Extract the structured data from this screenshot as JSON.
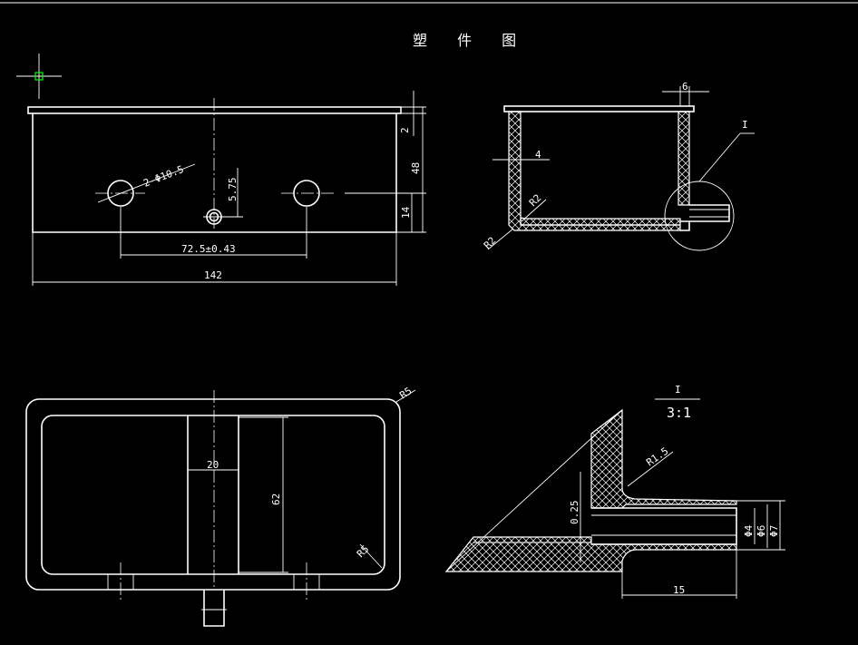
{
  "title": "塑 件 图",
  "colors": {
    "background": "#000000",
    "lines": "#ffffff",
    "cursor": "#00ff00"
  },
  "front_view": {
    "hole_label": "2-Φ10.5",
    "dim_hole_spacing": "72.5±0.43",
    "dim_width": "142",
    "dim_small": "5.75",
    "dim_rim": "2",
    "dim_height": "48",
    "dim_low": "14"
  },
  "section_view": {
    "dim_top": "6",
    "dim_wall": "4",
    "radius_inner": "R2",
    "radius_outer": "R2",
    "detail_mark": "I"
  },
  "top_view": {
    "radius_corner": "R5",
    "radius_inner": "R5",
    "dim_rib_width": "20",
    "dim_rib_length": "62"
  },
  "detail_view": {
    "mark": "I",
    "scale": "3:1",
    "radius": "R1.5",
    "dim_gap": "0.25",
    "dim_d4": "Φ4",
    "dim_d6": "Φ6",
    "dim_d7": "Φ7",
    "dim_len": "15"
  }
}
